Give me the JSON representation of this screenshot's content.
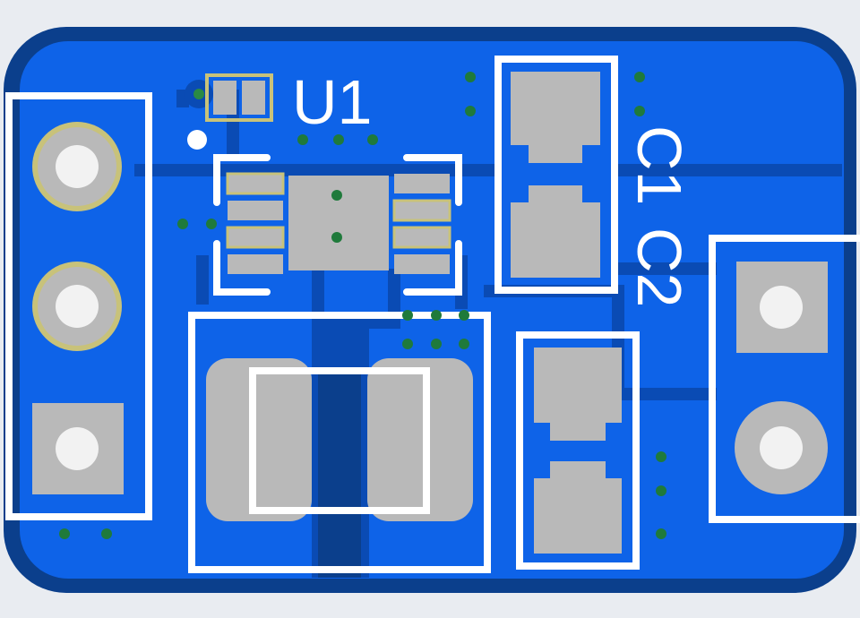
{
  "colors": {
    "background": "#e9ecf1",
    "board_edge": "#0b3f8c",
    "copper_fill": "#0e63e8",
    "trace": "#0a4bb4",
    "pad": "#b9b9b9",
    "pad_ring": "#c8c27a",
    "silkscreen": "#ffffff",
    "via": "#1f7a3b"
  },
  "labels": {
    "u1": "U1",
    "c1": "C1",
    "c2": "C2"
  }
}
